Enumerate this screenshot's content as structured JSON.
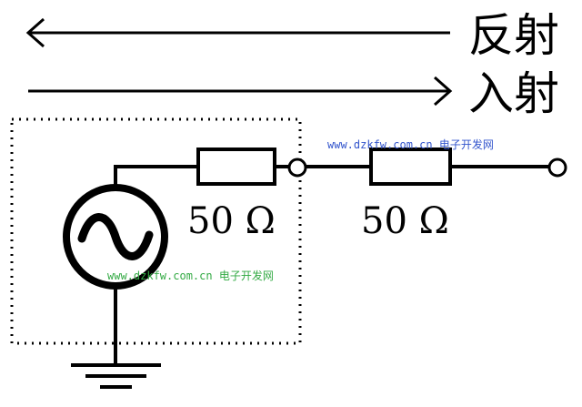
{
  "labels": {
    "reflected": "反射",
    "incident": "入射",
    "source_resistor": "50 Ω",
    "load_resistor": "50 Ω"
  },
  "watermarks": [
    {
      "text": "www.dzkfw.com.cn 电子开发网",
      "color": "#3355cc"
    },
    {
      "text": "www.dzkfw.com.cn 电子开发网",
      "color": "#33aa44"
    }
  ]
}
